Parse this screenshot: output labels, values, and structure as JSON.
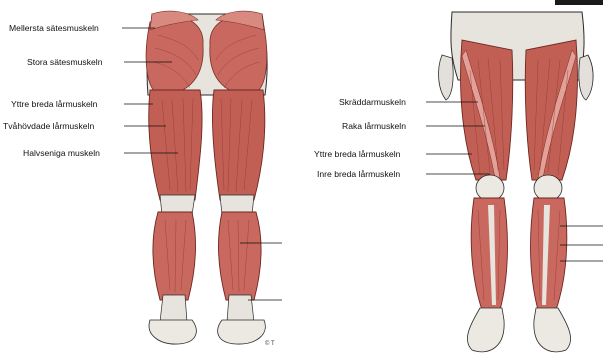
{
  "colors": {
    "muscle": "#c9685e",
    "muscle_dark": "#9e3d35",
    "muscle_light": "#e3a097",
    "tendon": "#e7e3dd",
    "outline": "#2b2b2b",
    "leader": "#111111",
    "background": "#ffffff"
  },
  "posterior_view": {
    "labels": [
      "Mellersta sätesmuskeln",
      "Stora sätesmuskeln",
      "Yttre breda lårmuskeln",
      "Tvåhövdade lårmuskeln",
      "Halvseniga muskeln"
    ],
    "copyright_mark": "© T"
  },
  "anterior_view": {
    "labels": [
      "Skräddarmuskeln",
      "Raka lårmuskeln",
      "Yttre breda lårmuskeln",
      "Inre breda lårmuskeln"
    ]
  }
}
